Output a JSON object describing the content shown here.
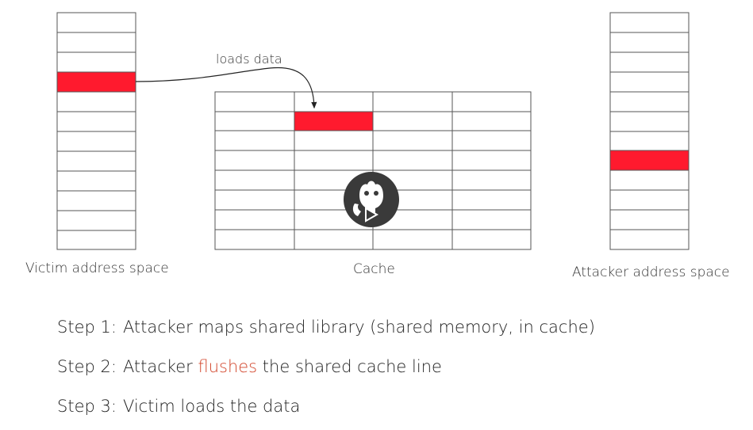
{
  "labels": {
    "victim": "Victim address space",
    "cache": "Cache",
    "attacker": "Attacker address space",
    "arrow": "loads data"
  },
  "steps": [
    {
      "num": "Step 1:",
      "text": "Attacker maps shared library (shared memory, in cache)"
    },
    {
      "num": "Step 2:",
      "pre": "Attacker ",
      "highlight": "flushes",
      "post": " the shared cache line"
    },
    {
      "num": "Step 3:",
      "text": "Victim loads the data"
    }
  ],
  "colors": {
    "highlight_cell": "#ff1a2e",
    "grid": "#555555",
    "accent_text": "#d2452b",
    "badge": "#3a3a3a"
  },
  "icons": {
    "overlay": "play-logo-icon"
  }
}
